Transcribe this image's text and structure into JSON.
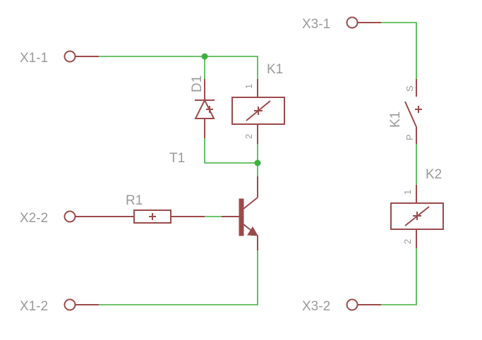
{
  "connectors": {
    "x1_1": "X1-1",
    "x1_2": "X1-2",
    "x2_2": "X2-2",
    "x3_1": "X3-1",
    "x3_2": "X3-2"
  },
  "components": {
    "k1": "K1",
    "k2": "K2",
    "d1": "D1",
    "t1": "T1",
    "r1": "R1",
    "switch_ref": "K1"
  },
  "pins": {
    "k1_pin1": "1",
    "k1_pin2": "2",
    "k2_pin1": "1",
    "k2_pin2": "2",
    "switch_p": "P",
    "switch_s": "S"
  },
  "colors": {
    "wire": "#3faf3f",
    "part": "#9b4a4a",
    "label": "#9a9a9a"
  }
}
